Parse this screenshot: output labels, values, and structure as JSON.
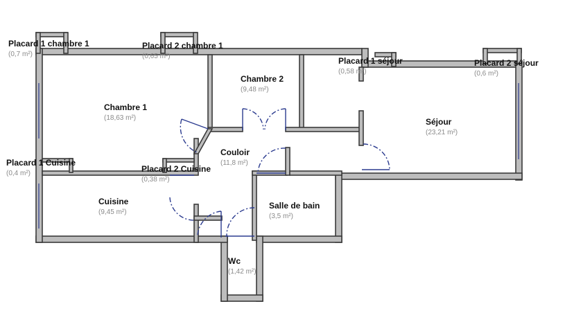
{
  "rooms": {
    "chambre1": {
      "name": "Chambre 1",
      "area": "(18,63 m²)"
    },
    "chambre2": {
      "name": "Chambre 2",
      "area": "(9,48 m²)"
    },
    "sejour": {
      "name": "Séjour",
      "area": "(23,21 m²)"
    },
    "couloir": {
      "name": "Couloir",
      "area": "(11,8 m²)"
    },
    "cuisine": {
      "name": "Cuisine",
      "area": "(9,45 m²)"
    },
    "sdb": {
      "name": "Salle de bain",
      "area": "(3,5 m²)"
    },
    "wc": {
      "name": "Wc",
      "area": "(1,42 m²)"
    },
    "placard1_chambre1": {
      "name": "Placard 1 chambre 1",
      "area": "(0,7 m²)"
    },
    "placard2_chambre1": {
      "name": "Placard 2  chambre 1",
      "area": "(0,65 m²)"
    },
    "placard1_sejour": {
      "name": "Placard 1 séjour",
      "area": "(0,58 m²)"
    },
    "placard2_sejour": {
      "name": "Placard 2  séjour",
      "area": "(0,6 m²)"
    },
    "placard1_cuisine": {
      "name": "Placard 1 Cuisine",
      "area": "(0,4 m²)"
    },
    "placard2_cuisine": {
      "name": "Placard 2 Cuisine",
      "area": "(0,38 m²)"
    }
  },
  "colors": {
    "wall": "#bdbdbd",
    "wall_outline": "#3a3a3a",
    "door": "#2b3b8f",
    "area_text": "#8a8a8a"
  }
}
